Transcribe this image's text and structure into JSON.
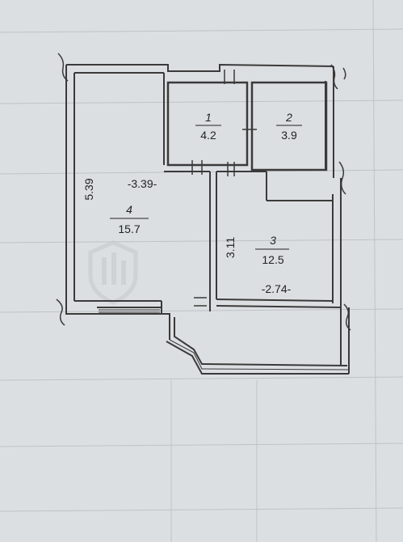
{
  "rooms": [
    {
      "id": "1",
      "number": "1",
      "area": "4.2"
    },
    {
      "id": "2",
      "number": "2",
      "area": "3.9"
    },
    {
      "id": "3",
      "number": "3",
      "area": "12.5"
    },
    {
      "id": "4",
      "number": "4",
      "area": "15.7"
    }
  ],
  "dimensions": {
    "room4_width": "-3.39-",
    "room4_height": "5.39",
    "room3_width": "-2.74-",
    "room3_height": "3.11"
  },
  "colors": {
    "paper": "#dcdfe1",
    "wall": "#3a3a3a",
    "grid": "#b9c0c6",
    "watermark": "#c8cdd1"
  },
  "watermark_icon": "shield-icon"
}
